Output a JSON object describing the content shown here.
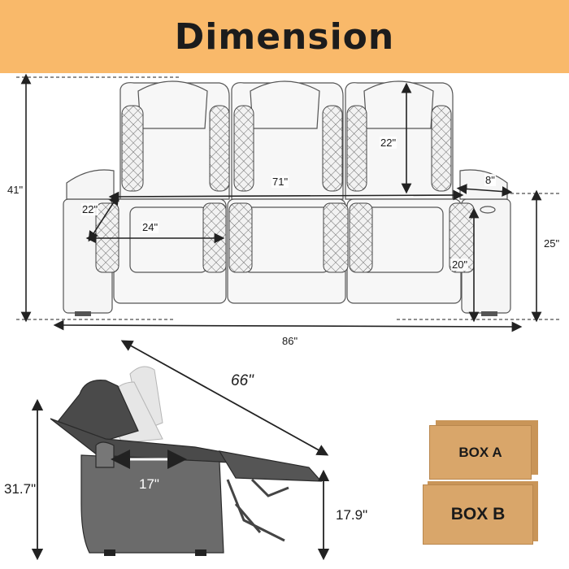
{
  "header": {
    "title": "Dimension"
  },
  "sofa_front": {
    "height_total": "41\"",
    "back_height": "22\"",
    "seat_width_inner": "71\"",
    "seat_depth": "22\"",
    "seat_width": "24\"",
    "armrest_width": "8\"",
    "seat_height_to_arm": "25\"",
    "seat_height": "20\"",
    "total_width": "86\""
  },
  "recliner_side": {
    "extended_length": "66\"",
    "armrest_gap": "17\"",
    "height": "31.7\"",
    "footrest_height": "17.9\""
  },
  "boxes": [
    {
      "label": "BOX A"
    },
    {
      "label": "BOX B"
    }
  ],
  "colors": {
    "banner": "#f9b96a",
    "box": "#d9a66a",
    "box_dark": "#b9874e"
  }
}
